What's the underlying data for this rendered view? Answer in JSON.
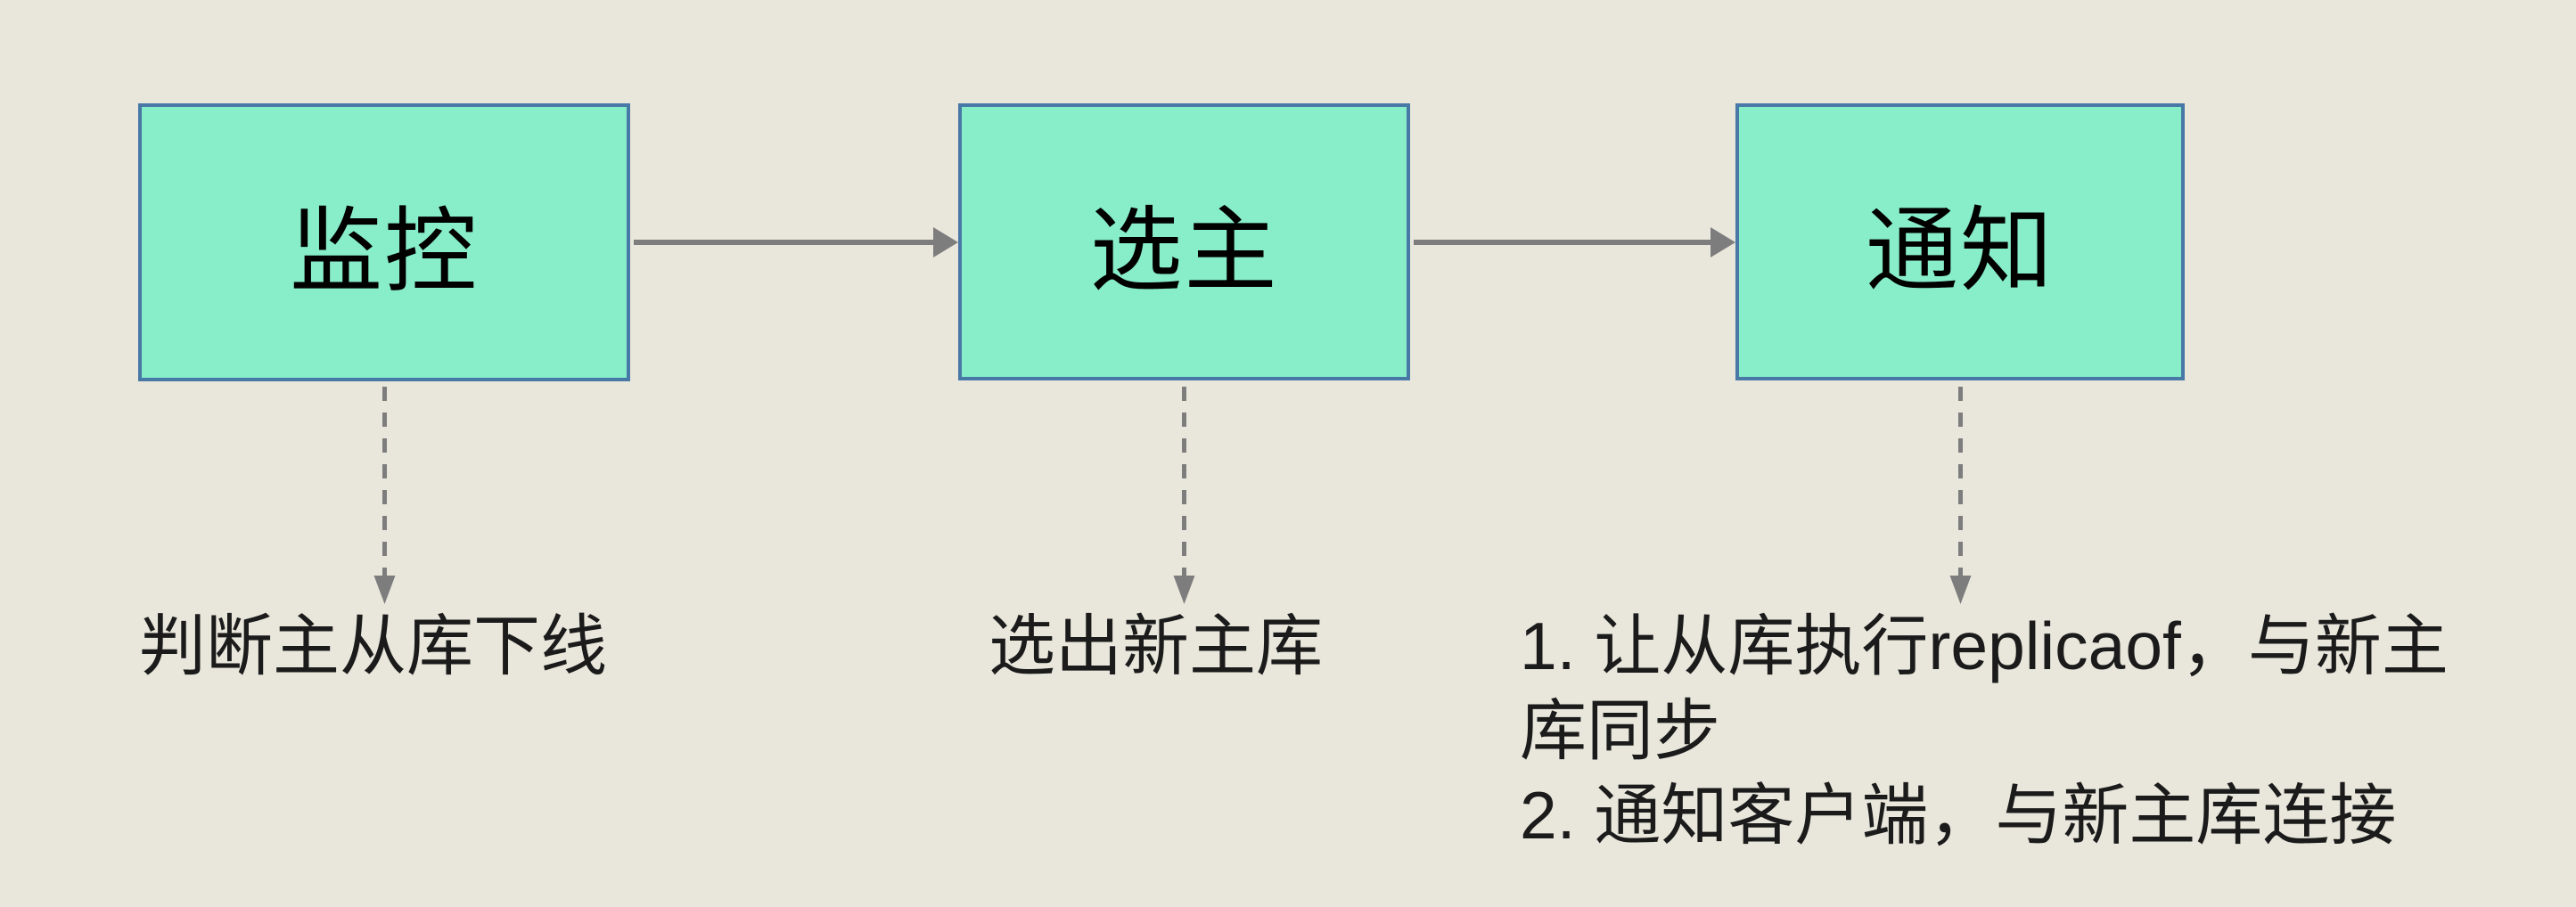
{
  "colors": {
    "bg": "#e9e7dc",
    "node-fill": "#88eeca",
    "node-border": "#4878a6",
    "arrow": "#7d7d7d",
    "text": "#1b1b1b"
  },
  "nodes": [
    {
      "label": "监控"
    },
    {
      "label": "选主"
    },
    {
      "label": "通知"
    }
  ],
  "annotations": [
    {
      "text": "判断主从库下线"
    },
    {
      "text": "选出新主库"
    },
    {
      "lines": [
        "1. 让从库执行replicaof，与新主",
        "库同步",
        "2. 通知客户端，与新主库连接"
      ]
    }
  ]
}
